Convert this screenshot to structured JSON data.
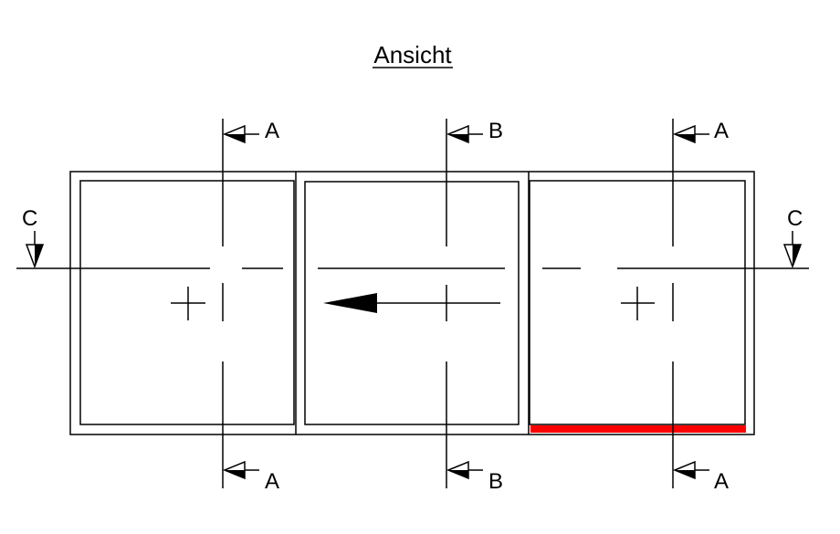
{
  "title": "Ansicht",
  "section_labels": {
    "left": "A",
    "middle": "B",
    "right": "A",
    "horizontal_left": "C",
    "horizontal_right": "C"
  },
  "colors": {
    "line": "#000000",
    "highlight": "#ff0000",
    "background": "#ffffff"
  }
}
